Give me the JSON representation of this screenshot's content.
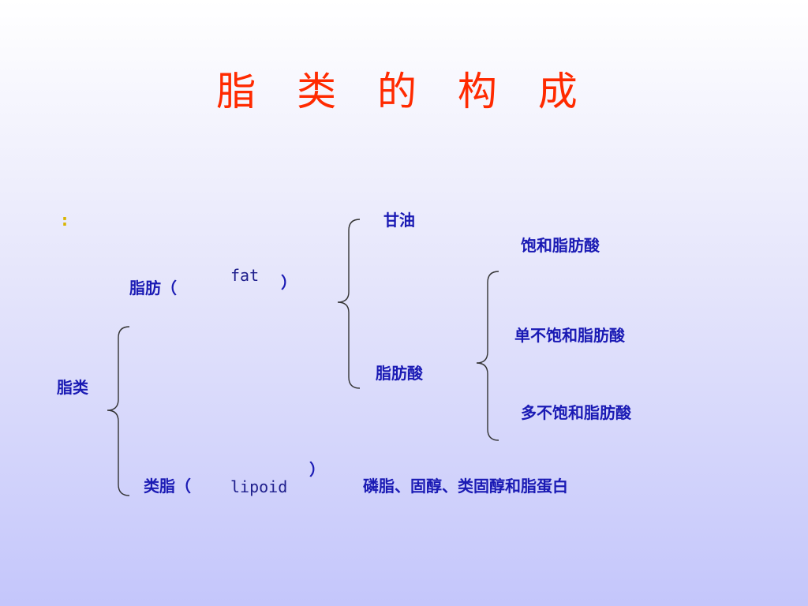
{
  "slide": {
    "title": "脂 类 的 构 成",
    "bullet": ":",
    "root": "脂类",
    "fat": {
      "label": "脂肪（",
      "english": "fat",
      "close": "）"
    },
    "fat_parts": {
      "glycerol": "甘油",
      "fatty_acid": "脂肪酸"
    },
    "fatty_acid_types": [
      "饱和脂肪酸",
      "单不饱和脂肪酸",
      "多不饱和脂肪酸"
    ],
    "lipoid": {
      "label": "类脂（",
      "english": "lipoid",
      "close": "）",
      "members": "磷脂、固醇、类固醇和脂蛋白"
    }
  },
  "colors": {
    "title": "#ff2a00",
    "text": "#1a1ab4",
    "bullet": "#d8b400",
    "brace": "#333333"
  }
}
